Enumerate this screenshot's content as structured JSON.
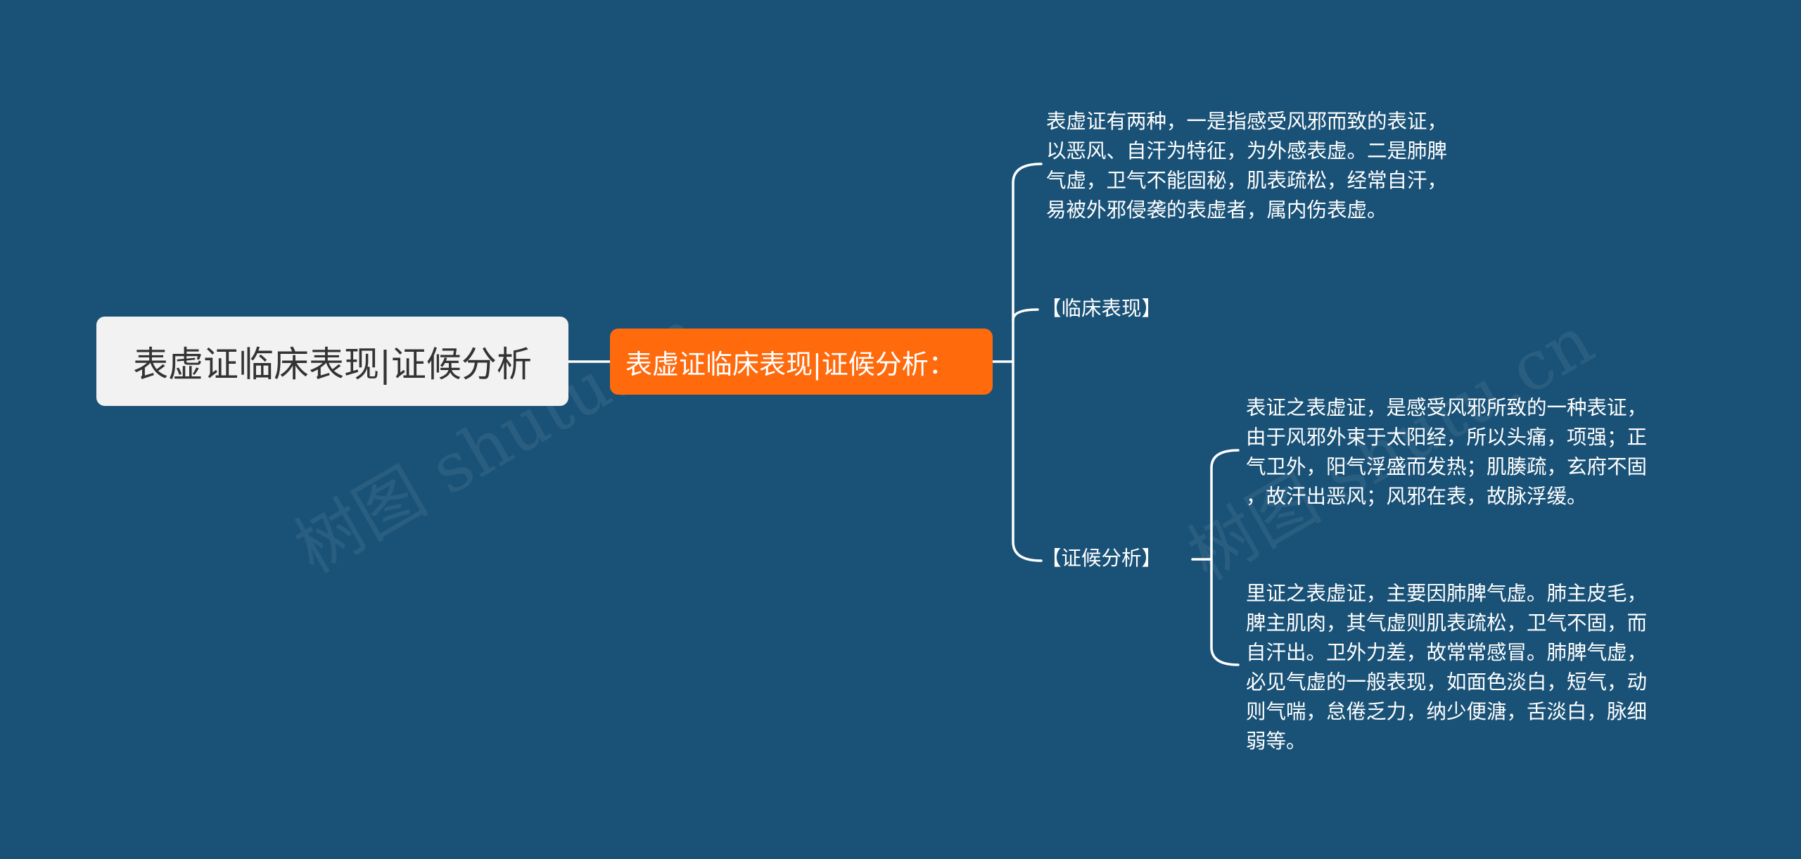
{
  "watermark": "树图 shutu.cn",
  "root": {
    "label": "表虚证临床表现|证候分析"
  },
  "main": {
    "label": "表虚证临床表现|证候分析："
  },
  "branches": {
    "description": "表虚证有两种，一是指感受风邪而致的表证，\n以恶风、自汗为特征，为外感表虚。二是肺脾\n气虚，卫气不能固秘，肌表疏松，经常自汗，\n易被外邪侵袭的表虚者，属内伤表虚。",
    "clinical_label": "【临床表现】",
    "analysis_label": "【证候分析】",
    "analysis_items": [
      "表证之表虚证，是感受风邪所致的一种表证，\n由于风邪外束于太阳经，所以头痛，项强；正\n气卫外，阳气浮盛而发热；肌腠疏，玄府不固\n，故汗出恶风；风邪在表，故脉浮缓。",
      "里证之表虚证，主要因肺脾气虚。肺主皮毛，\n脾主肌肉，其气虚则肌表疏松，卫气不固，而\n自汗出。卫外力差，故常常感冒。肺脾气虚，\n必见气虚的一般表现，如面色淡白，短气，动\n则气喘，怠倦乏力，纳少便溏，舌淡白，脉细\n弱等。"
    ]
  },
  "colors": {
    "background": "#1a5277",
    "root_fill": "#f2f2f2",
    "main_fill": "#ff6a0d",
    "line": "#ffffff"
  }
}
